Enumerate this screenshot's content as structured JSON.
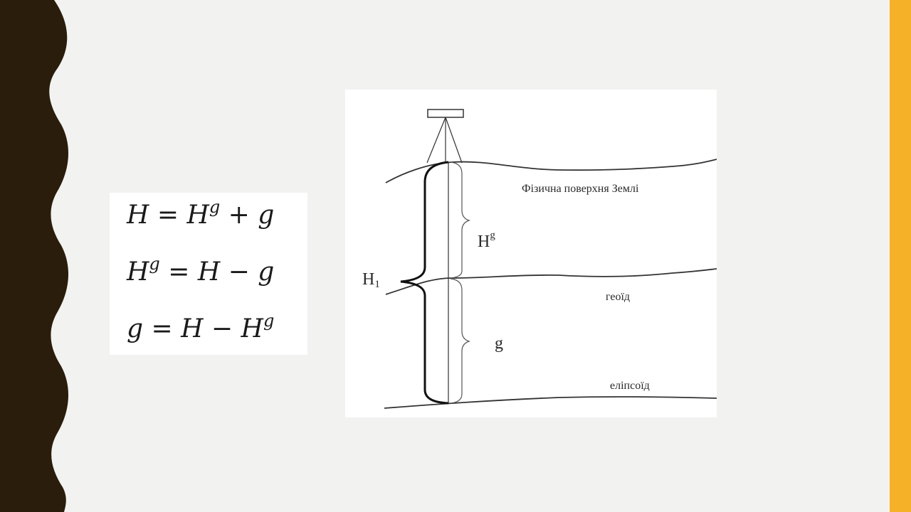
{
  "colors": {
    "background": "#f2f2f1",
    "left_band": "#2a1d0b",
    "right_bar": "#f5b128",
    "ink": "#1a1a1a"
  },
  "formulas": {
    "f1": {
      "lhs": "H",
      "lhs_sup": "",
      "middle": " = H",
      "middle_sup": "g",
      "rhs": " + g"
    },
    "f2": {
      "lhs": "H",
      "lhs_sup": "g",
      "middle": " = H − g",
      "middle_sup": "",
      "rhs": ""
    },
    "f3": {
      "lhs": "g",
      "lhs_sup": "",
      "middle": " = H − H",
      "middle_sup": "g",
      "rhs": ""
    }
  },
  "diagram": {
    "surface_label": "Фізична поверхня Землі",
    "geoid_label": "геоїд",
    "ellipsoid_label": "еліпсоїд",
    "h1_label": "H",
    "h1_sub": "1",
    "hg_label": "H",
    "hg_sup": "g",
    "g_label": "g"
  }
}
